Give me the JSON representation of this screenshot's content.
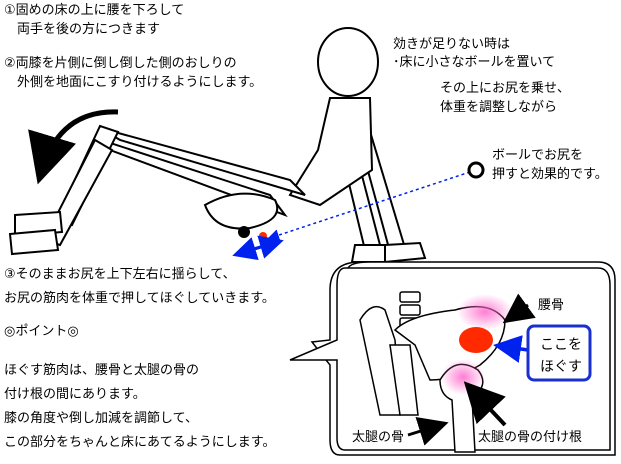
{
  "steps": {
    "step1": [
      "①固めの床の上に腰を下ろして",
      "　両手を後の方につきます"
    ],
    "step2": [
      "②両膝を片側に倒し倒した側のおしりの",
      "　外側を地面にこすり付けるようにします。"
    ],
    "step3": [
      "③そのままお尻を上下左右に揺らして、",
      "お尻の筋肉を体重で押してほぐしていきます。"
    ]
  },
  "tips": {
    "insufficient": [
      "効きが足りない時は",
      "･床に小さなボールを置いて"
    ],
    "adjust": [
      "その上にお尻を乗せ、",
      "体重を調整しながら"
    ],
    "ball": [
      "ボールでお尻を",
      "押すと効果的です。"
    ]
  },
  "point": {
    "title": "◎ポイント◎",
    "lines": [
      "ほぐす筋肉は、腰骨と太腿の骨の",
      "付け根の間にあります。",
      "膝の角度や倒し加減を調節して、",
      "この部分をちゃんと床にあてるようにします。"
    ]
  },
  "anatomy": {
    "hip_bone": "腰骨",
    "here": [
      "ここを",
      "ほぐす"
    ],
    "femur": "太腿の骨",
    "femur_base": "太腿の骨の付け根"
  },
  "colors": {
    "muscle_red": "#ff2a00",
    "highlight_pink": "#ff66cc",
    "arrow_blue": "#0022ee",
    "box_blue": "#1a2fcf"
  }
}
